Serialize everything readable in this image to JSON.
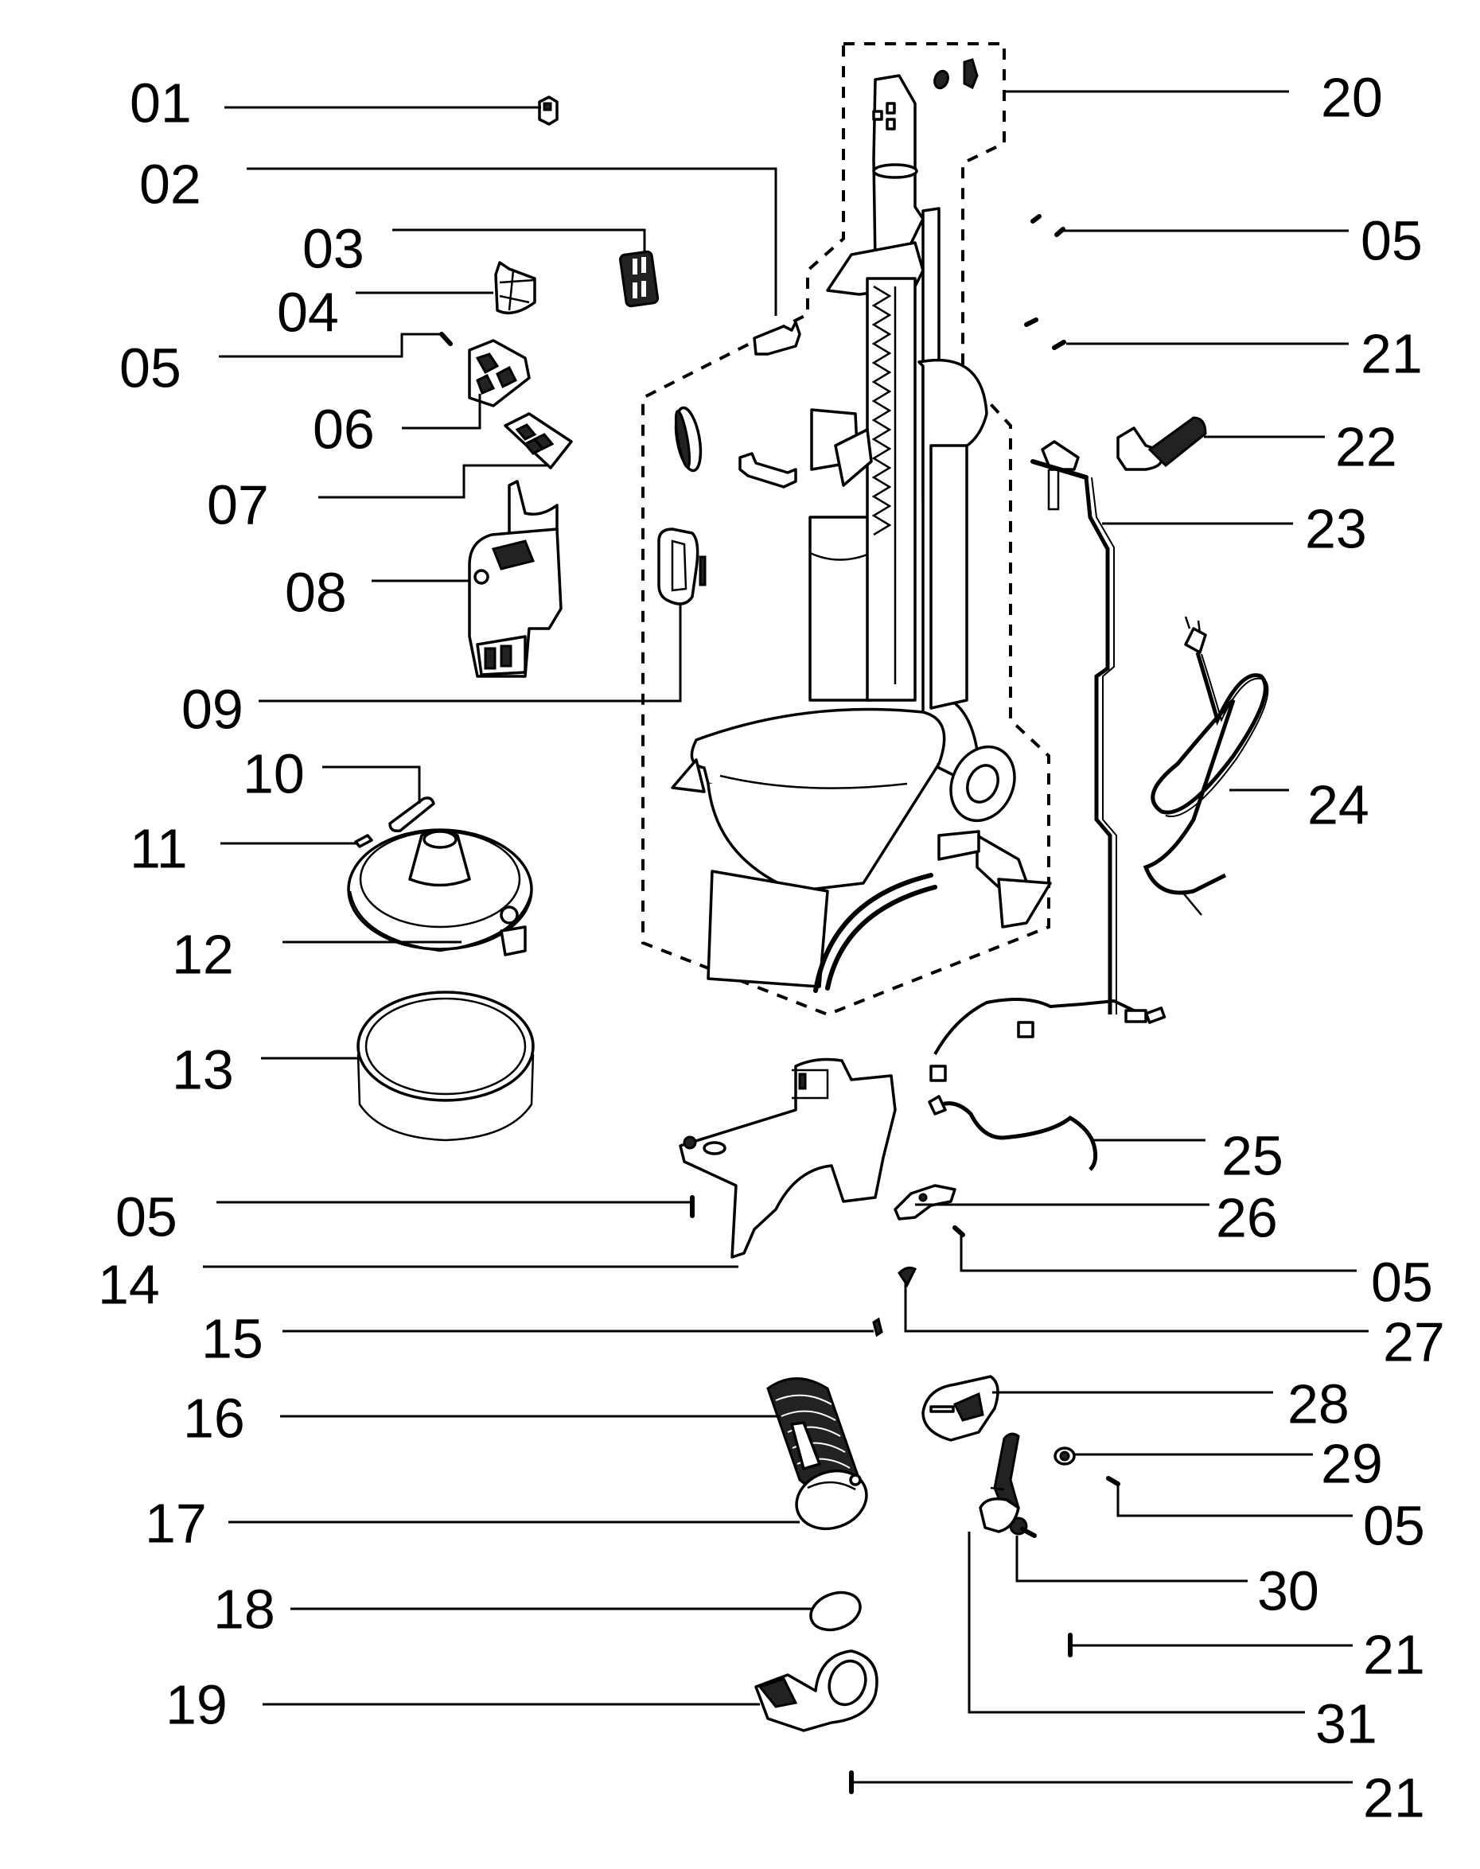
{
  "diagram": {
    "title": "",
    "type": "exploded-parts-diagram",
    "subject": "upright vacuum cleaner",
    "callouts": [
      {
        "id": "c01",
        "label": "01",
        "side": "left",
        "part": "switch-button"
      },
      {
        "id": "c02",
        "label": "02",
        "side": "left",
        "part": "clip"
      },
      {
        "id": "c03",
        "label": "03",
        "side": "left",
        "part": "latch-bracket"
      },
      {
        "id": "c04",
        "label": "04",
        "side": "left",
        "part": "valve-cap"
      },
      {
        "id": "c05a",
        "label": "05",
        "side": "left",
        "part": "screw"
      },
      {
        "id": "c06",
        "label": "06",
        "side": "left",
        "part": "circuit-housing"
      },
      {
        "id": "c07",
        "label": "07",
        "side": "left",
        "part": "circuit-board"
      },
      {
        "id": "c08",
        "label": "08",
        "side": "left",
        "part": "wand-handle-assembly"
      },
      {
        "id": "c09",
        "label": "09",
        "side": "left",
        "part": "seal-gasket"
      },
      {
        "id": "c10",
        "label": "10",
        "side": "left",
        "part": "pin"
      },
      {
        "id": "c11",
        "label": "11",
        "side": "left",
        "part": "small-pin"
      },
      {
        "id": "c12",
        "label": "12",
        "side": "left",
        "part": "filter-cover"
      },
      {
        "id": "c13",
        "label": "13",
        "side": "left",
        "part": "post-motor-filter"
      },
      {
        "id": "c05b",
        "label": "05",
        "side": "left",
        "part": "screw"
      },
      {
        "id": "c14",
        "label": "14",
        "side": "left",
        "part": "motor-housing-base"
      },
      {
        "id": "c15",
        "label": "15",
        "side": "left",
        "part": "small-clip"
      },
      {
        "id": "c16",
        "label": "16",
        "side": "left",
        "part": "spring-hose"
      },
      {
        "id": "c17",
        "label": "17",
        "side": "left",
        "part": "duct-connector"
      },
      {
        "id": "c18",
        "label": "18",
        "side": "left",
        "part": "o-ring"
      },
      {
        "id": "c19",
        "label": "19",
        "side": "left",
        "part": "hose-cuff"
      },
      {
        "id": "c20",
        "label": "20",
        "side": "right",
        "part": "handle-wand-kit"
      },
      {
        "id": "c05c",
        "label": "05",
        "side": "right",
        "part": "screw"
      },
      {
        "id": "c21a",
        "label": "21",
        "side": "right",
        "part": "screw"
      },
      {
        "id": "c22",
        "label": "22",
        "side": "right",
        "part": "cord-hook"
      },
      {
        "id": "c23",
        "label": "23",
        "side": "right",
        "part": "internal-wiring"
      },
      {
        "id": "c24",
        "label": "24",
        "side": "right",
        "part": "power-cord"
      },
      {
        "id": "c25",
        "label": "25",
        "side": "right",
        "part": "wiring-harness"
      },
      {
        "id": "c26",
        "label": "26",
        "side": "right",
        "part": "switch"
      },
      {
        "id": "c05d",
        "label": "05",
        "side": "right",
        "part": "screw"
      },
      {
        "id": "c27",
        "label": "27",
        "side": "right",
        "part": "bumper"
      },
      {
        "id": "c28",
        "label": "28",
        "side": "right",
        "part": "cam"
      },
      {
        "id": "c29",
        "label": "29",
        "side": "right",
        "part": "nut"
      },
      {
        "id": "c05e",
        "label": "05",
        "side": "right",
        "part": "screw"
      },
      {
        "id": "c30",
        "label": "30",
        "side": "right",
        "part": "bolt"
      },
      {
        "id": "c21b",
        "label": "21",
        "side": "right",
        "part": "screw"
      },
      {
        "id": "c31",
        "label": "31",
        "side": "right",
        "part": "pedal-lever"
      },
      {
        "id": "c21c",
        "label": "21",
        "side": "right",
        "part": "screw"
      }
    ]
  }
}
